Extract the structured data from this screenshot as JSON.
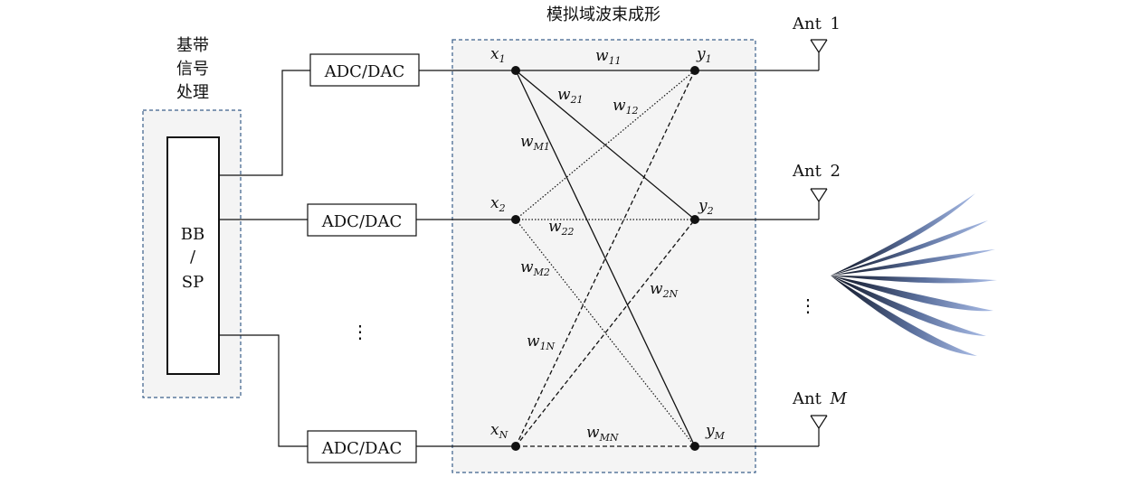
{
  "diagram": {
    "title": "模拟域波束成形",
    "baseband": {
      "label_lines": [
        "基带",
        "信号",
        "处理"
      ],
      "block_lines": [
        "BB",
        "/",
        "SP"
      ]
    },
    "converter_label": "ADC/DAC",
    "ellipsis": "⋮",
    "inputs": [
      {
        "base": "x",
        "sub": "1"
      },
      {
        "base": "x",
        "sub": "2"
      },
      {
        "base": "x",
        "sub": "N"
      }
    ],
    "outputs": [
      {
        "base": "y",
        "sub": "1"
      },
      {
        "base": "y",
        "sub": "2"
      },
      {
        "base": "y",
        "sub": "M"
      }
    ],
    "weights": {
      "w11": {
        "base": "w",
        "sub": "11"
      },
      "w21": {
        "base": "w",
        "sub": "21"
      },
      "w12": {
        "base": "w",
        "sub": "12"
      },
      "wM1": {
        "base": "w",
        "sub": "M1"
      },
      "w22": {
        "base": "w",
        "sub": "22"
      },
      "wM2": {
        "base": "w",
        "sub": "M2"
      },
      "w2N": {
        "base": "w",
        "sub": "2N"
      },
      "w1N": {
        "base": "w",
        "sub": "1N"
      },
      "wMN": {
        "base": "w",
        "sub": "MN"
      }
    },
    "antennas": [
      {
        "prefix": "Ant ",
        "index": "1"
      },
      {
        "prefix": "Ant ",
        "index": "2"
      },
      {
        "prefix": "Ant ",
        "index": "M"
      }
    ],
    "colors": {
      "line": "#111111",
      "region_fill": "#f4f4f4",
      "region_border": "#3a5f8a",
      "beam_dark": "#0d1220",
      "beam_light": "#a9bce6"
    }
  }
}
